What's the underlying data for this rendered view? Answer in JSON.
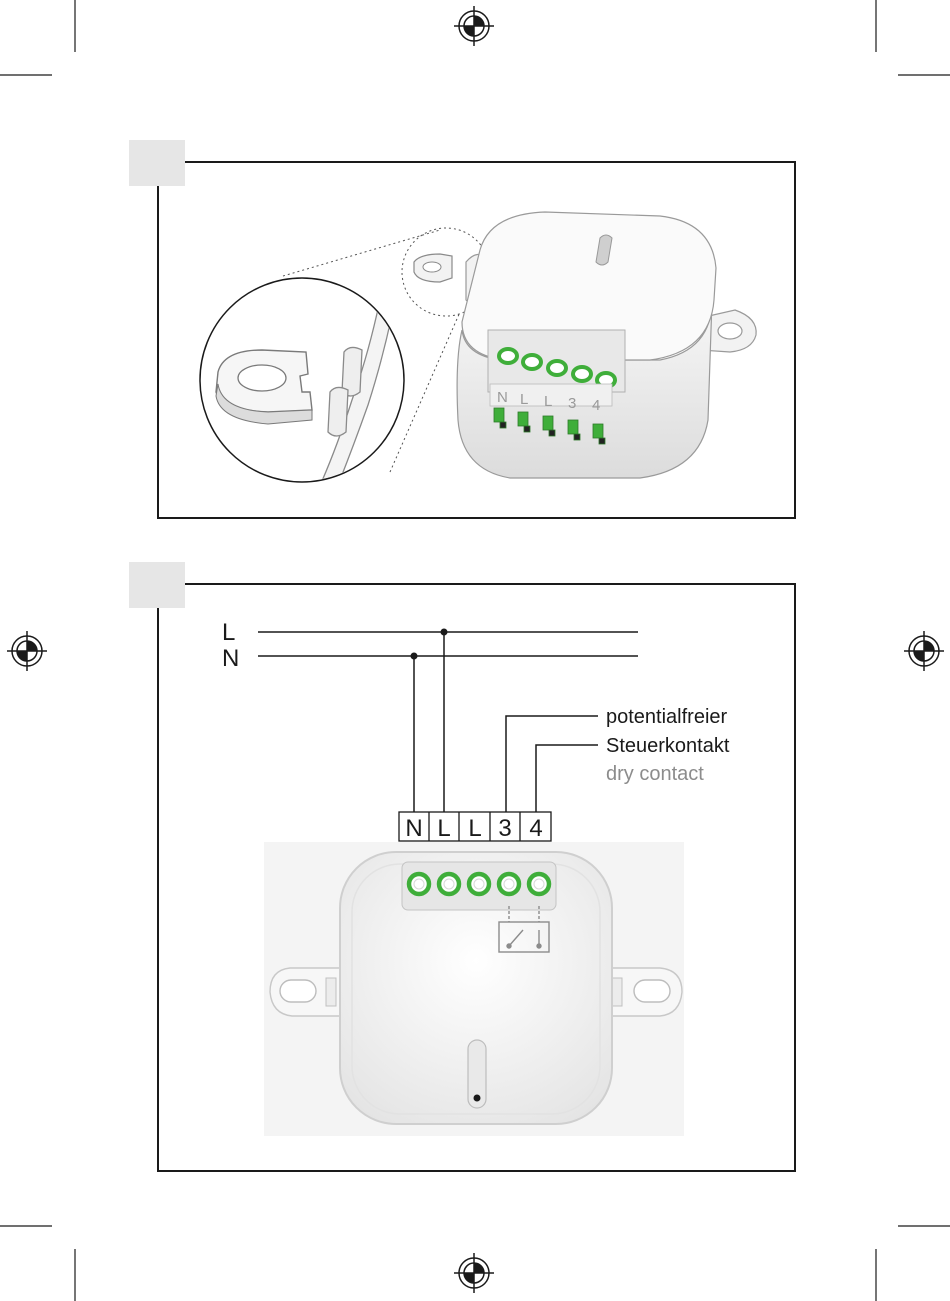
{
  "lines": {
    "live": "L",
    "neutral": "N"
  },
  "contact_labels": {
    "line1": "potentialfreier",
    "line2": "Steuerkontakt",
    "line3": "dry contact"
  },
  "terminals": [
    "N",
    "L",
    "L",
    "3",
    "4"
  ],
  "module_terminals": [
    "N",
    "L",
    "L",
    "3",
    "4"
  ],
  "colors": {
    "frame": "#1a1a1a",
    "figure_tab": "#e6e6e6",
    "terminal_green": "#3fae3a",
    "module_body": "#f4f4f4",
    "secondary_text": "#8c8c8c"
  }
}
